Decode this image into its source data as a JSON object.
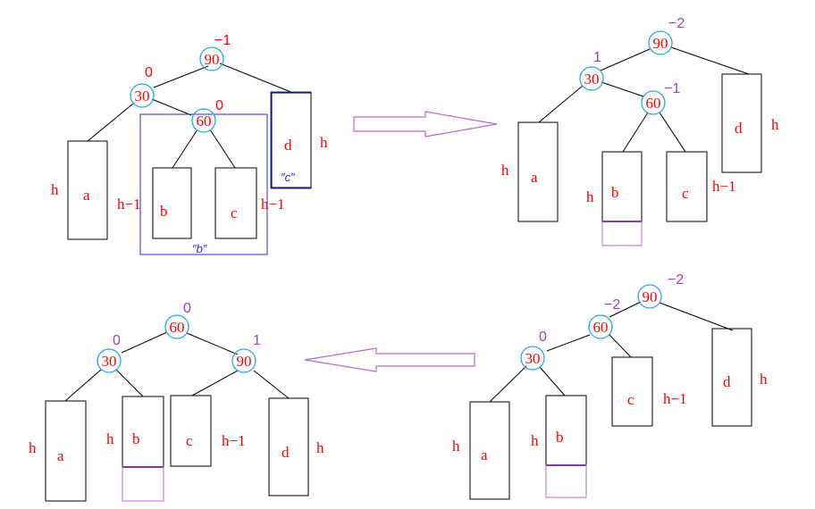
{
  "colors": {
    "node_circle": "#29a8e0",
    "node_text": "#ff0000",
    "balance_red": "#ff0000",
    "balance_purple": "#9b42b5",
    "edge": "#000000",
    "box_blue": "#2a2ad0",
    "arrow": "#b36bd1",
    "extra_box": "#b36bd1"
  },
  "panels": {
    "p1": {
      "nodes": {
        "n90": "90",
        "n30": "30",
        "n60": "60"
      },
      "balances": {
        "n90": "−1",
        "n30": "0",
        "n60": "0"
      },
      "subtrees": {
        "a": "a",
        "b": "b",
        "c": "c",
        "d": "d"
      },
      "heights": {
        "a": "h",
        "b": "h−1",
        "c": "h−1",
        "d": "h"
      },
      "group_labels": {
        "b": "″b″",
        "c": "″c″"
      }
    },
    "p2": {
      "nodes": {
        "n90": "90",
        "n30": "30",
        "n60": "60"
      },
      "balances": {
        "n90": "−2",
        "n30": "1",
        "n60": "−1"
      },
      "subtrees": {
        "a": "a",
        "b": "b",
        "c": "c",
        "d": "d"
      },
      "heights": {
        "a": "h",
        "b": "h",
        "c": "h−1",
        "d": "h"
      }
    },
    "p3": {
      "nodes": {
        "n90": "90",
        "n60": "60",
        "n30": "30"
      },
      "balances": {
        "n90": "−2",
        "n60": "−2",
        "n30": "0"
      },
      "subtrees": {
        "a": "a",
        "b": "b",
        "c": "c",
        "d": "d"
      },
      "heights": {
        "a": "h",
        "b": "h",
        "c": "h−1",
        "d": "h"
      }
    },
    "p4": {
      "nodes": {
        "n60": "60",
        "n30": "30",
        "n90": "90"
      },
      "balances": {
        "n60": "0",
        "n30": "0",
        "n90": "1"
      },
      "subtrees": {
        "a": "a",
        "b": "b",
        "c": "c",
        "d": "d"
      },
      "heights": {
        "a": "h",
        "b": "h",
        "c": "h−1",
        "d": "h"
      }
    }
  }
}
